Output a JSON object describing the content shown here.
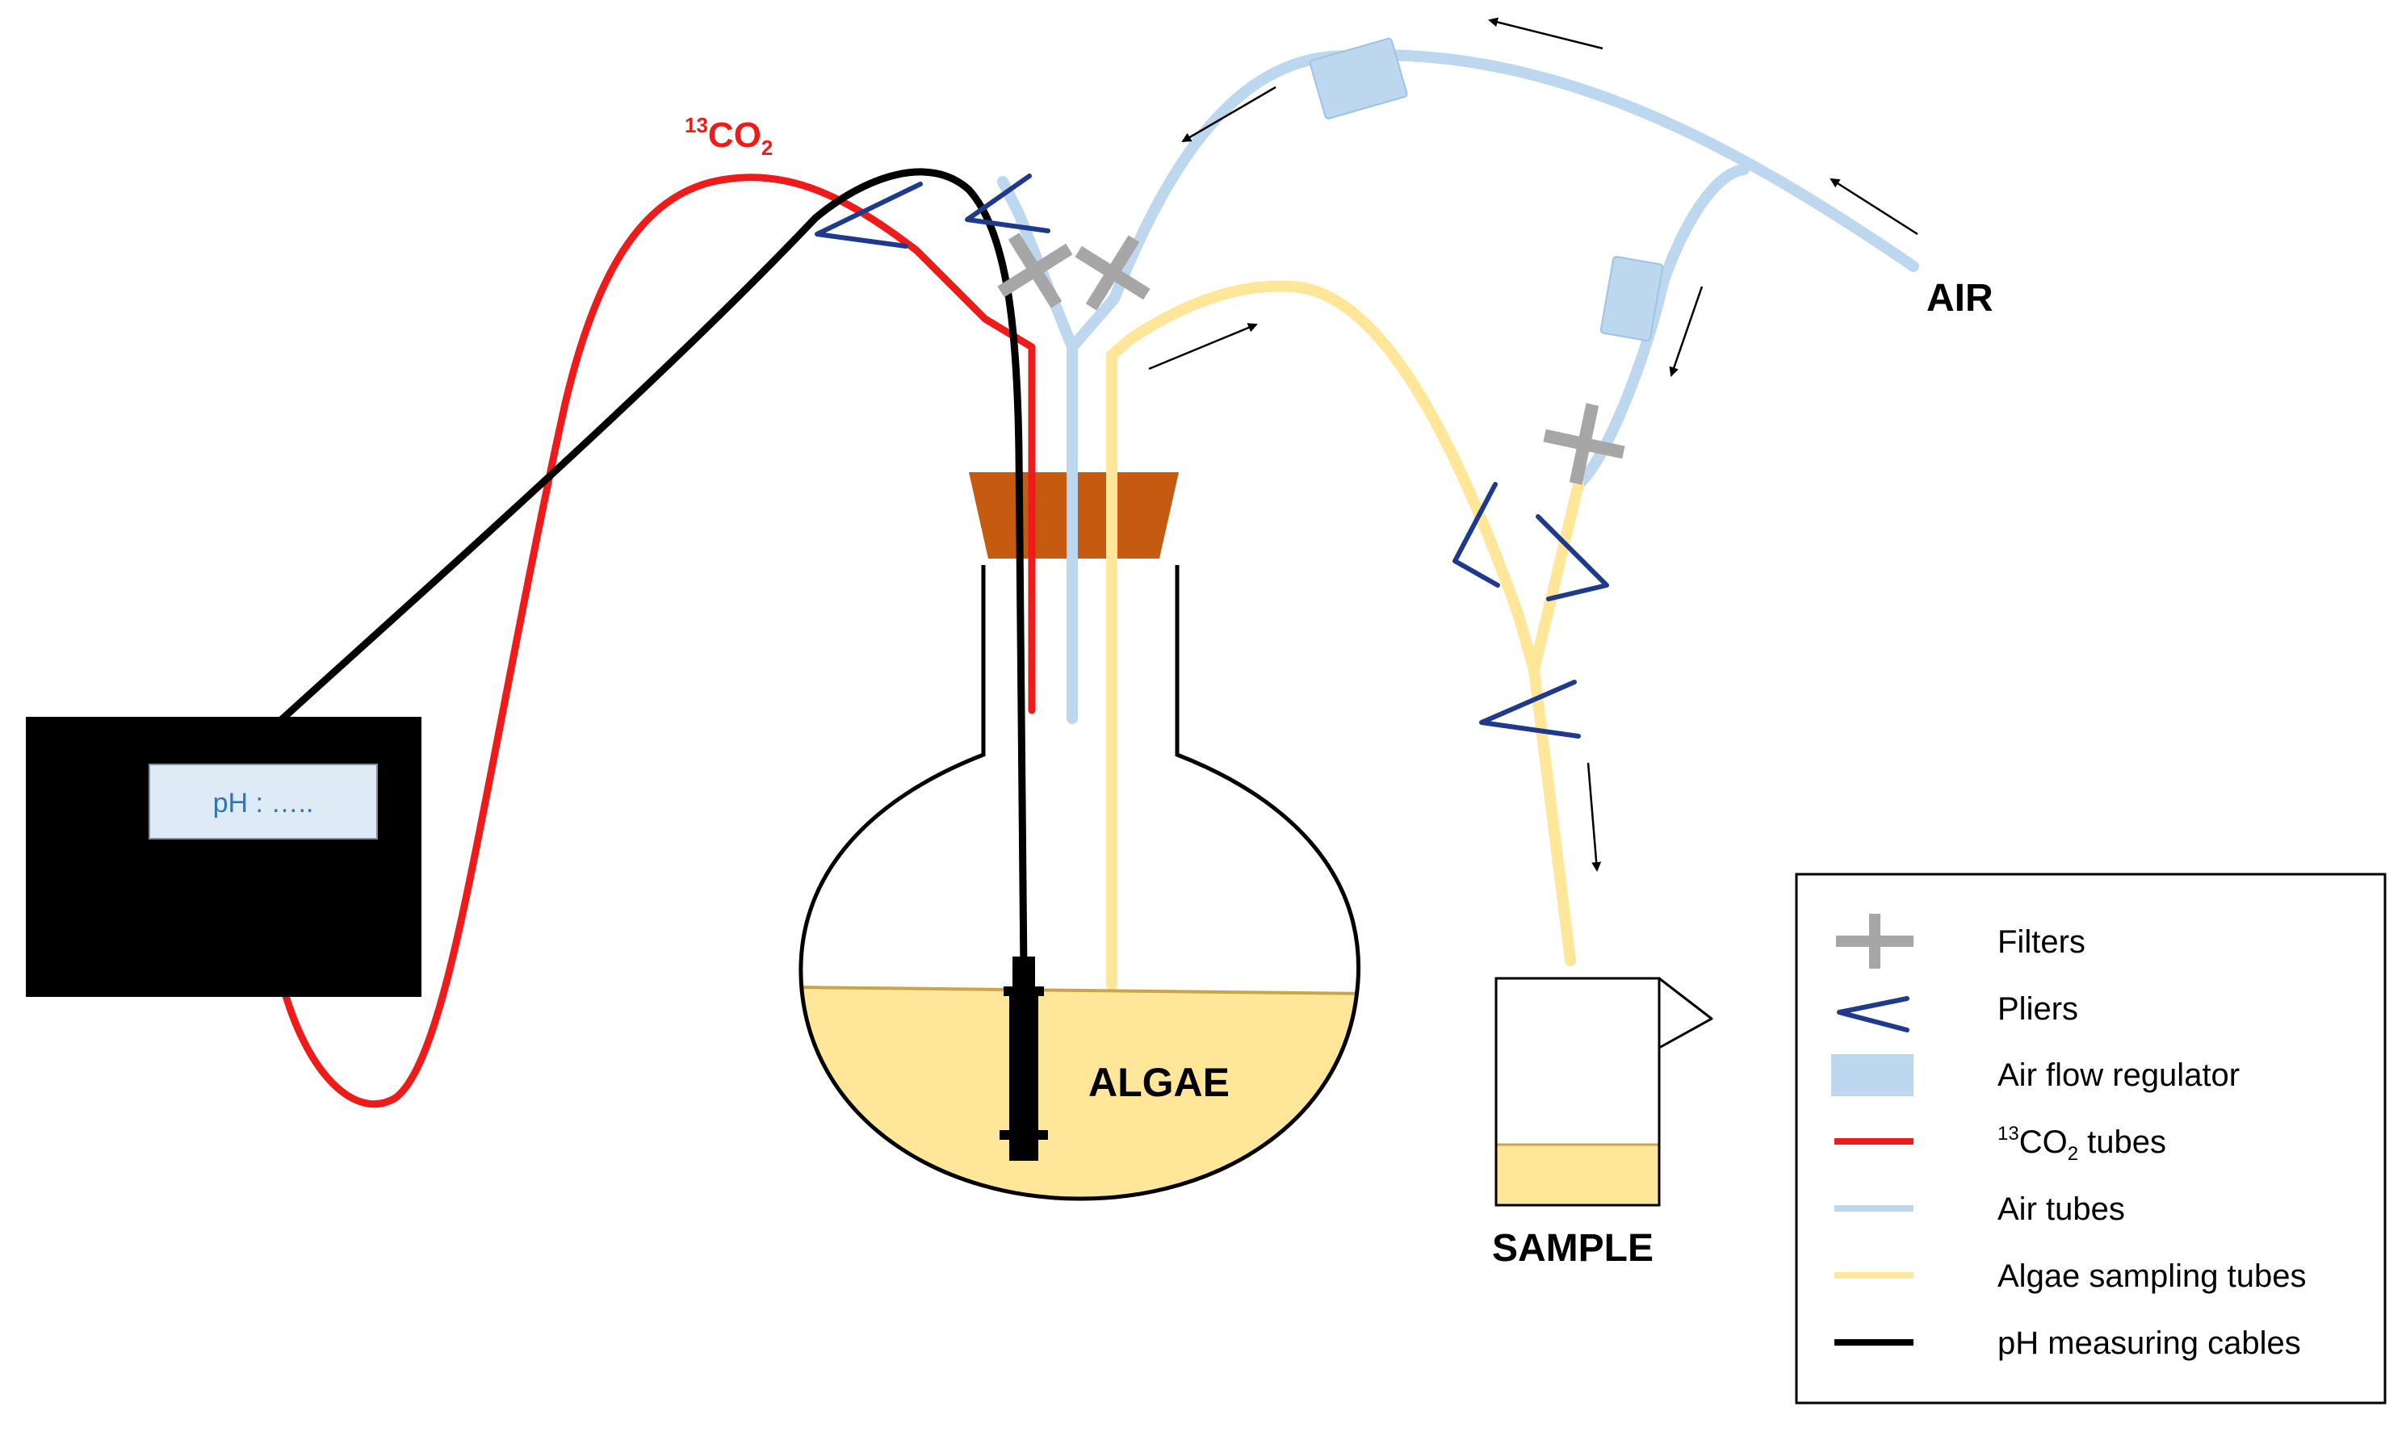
{
  "labels": {
    "co2_sup": "13",
    "co2_main": "CO",
    "co2_sub": "2",
    "air": "AIR",
    "algae": "ALGAE",
    "sample": "SAMPLE",
    "ph_display": "pH : ….."
  },
  "legend": {
    "items": [
      {
        "key": "filters",
        "label": "Filters",
        "icon": "plus-icon"
      },
      {
        "key": "pliers",
        "label": "Pliers",
        "icon": "pliers-icon"
      },
      {
        "key": "regulator",
        "label": "Air flow regulator",
        "icon": "rectangle-icon"
      },
      {
        "key": "co2",
        "sup": "13",
        "pre": "CO",
        "sub": "2",
        "post": " tubes",
        "icon": "red-line-icon"
      },
      {
        "key": "air",
        "label": "Air tubes",
        "icon": "lightblue-line-icon"
      },
      {
        "key": "algae",
        "label": "Algae sampling tubes",
        "icon": "yellow-line-icon"
      },
      {
        "key": "ph",
        "label": "pH measuring cables",
        "icon": "black-line-icon"
      }
    ]
  },
  "colors": {
    "co2_tube": "#ee1b1b",
    "air_tube": "#bdd7ee",
    "algae_tube": "#ffe699",
    "ph_cable": "#000000",
    "filter": "#a6a6a6",
    "pliers": "#1f3a8a",
    "regulator": "#bdd7ee",
    "cork": "#c55a11",
    "algae_liquid": "#ffe699",
    "ph_text": "#2e75b6",
    "ph_screen": "#deebf7"
  }
}
